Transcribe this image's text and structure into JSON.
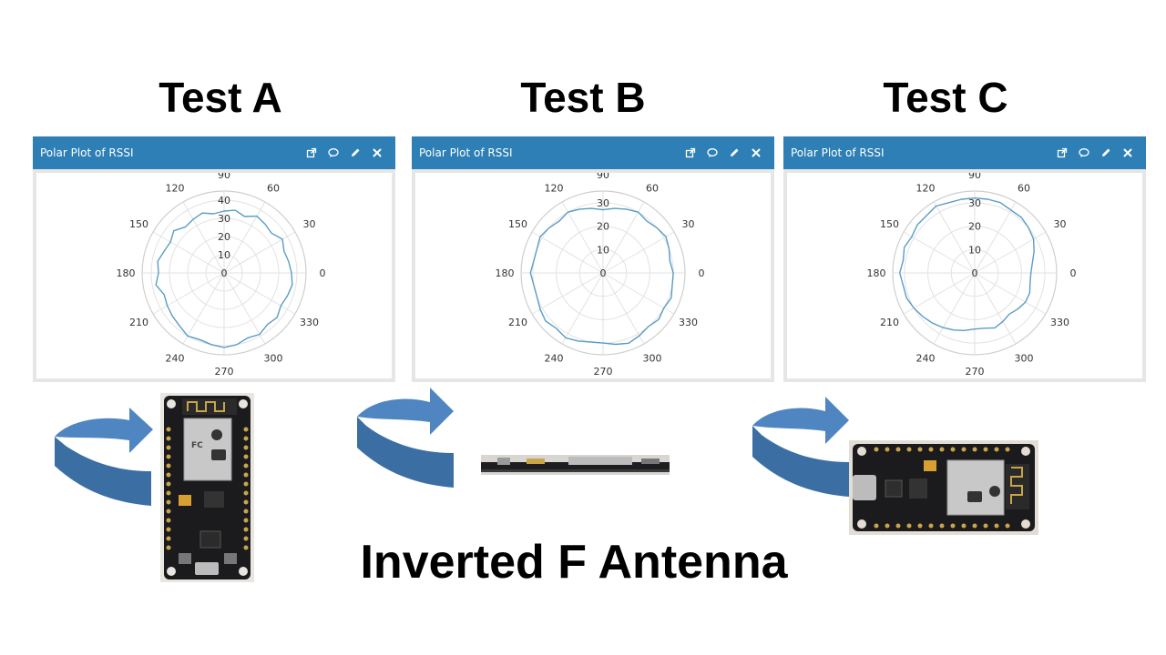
{
  "caption": "Inverted F Antenna",
  "colors": {
    "header": "#2d7fb6",
    "trace": "#5a9cc6",
    "arrow": "#4f86c1",
    "arrow_dark": "#3b6fa3"
  },
  "panel_icons": [
    "external-link-icon",
    "comment-icon",
    "pencil-icon",
    "close-icon"
  ],
  "chart_data": [
    {
      "type": "polar-line",
      "test_label": "Test A",
      "panel_title": "Polar Plot of RSSI",
      "angle_ticks": [
        "0",
        "30",
        "60",
        "90",
        "120",
        "150",
        "180",
        "210",
        "240",
        "270",
        "300",
        "330"
      ],
      "radial_ticks": [
        "0",
        "10",
        "20",
        "30",
        "40"
      ],
      "rmax": 45,
      "angles_deg": [
        0,
        10,
        20,
        30,
        40,
        50,
        60,
        70,
        80,
        90,
        100,
        110,
        120,
        130,
        140,
        150,
        160,
        170,
        180,
        190,
        200,
        210,
        220,
        230,
        240,
        250,
        260,
        270,
        280,
        290,
        300,
        310,
        320,
        330,
        340,
        350
      ],
      "rssi": [
        37,
        36,
        35,
        37,
        34,
        35,
        36,
        33,
        35,
        34,
        33,
        35,
        34,
        33,
        36,
        34,
        35,
        37,
        36,
        38,
        35,
        36,
        37,
        38,
        40,
        39,
        40,
        41,
        40,
        38,
        39,
        37,
        38,
        36,
        37,
        38
      ]
    },
    {
      "type": "polar-line",
      "test_label": "Test B",
      "panel_title": "Polar Plot of RSSI",
      "angle_ticks": [
        "0",
        "30",
        "60",
        "90",
        "120",
        "150",
        "180",
        "210",
        "240",
        "270",
        "300",
        "330"
      ],
      "radial_ticks": [
        "0",
        "10",
        "20",
        "30"
      ],
      "rmax": 35,
      "angles_deg": [
        0,
        10,
        20,
        30,
        40,
        50,
        60,
        70,
        80,
        90,
        100,
        110,
        120,
        130,
        140,
        150,
        160,
        170,
        180,
        190,
        200,
        210,
        220,
        230,
        240,
        250,
        260,
        270,
        280,
        290,
        300,
        310,
        320,
        330,
        340,
        350
      ],
      "rssi": [
        30,
        29,
        30,
        31,
        30,
        29,
        30,
        29,
        28,
        27,
        28,
        29,
        30,
        29,
        30,
        31,
        30,
        30,
        31,
        30,
        30,
        31,
        32,
        31,
        32,
        31,
        30,
        30,
        31,
        32,
        31,
        30,
        31,
        30,
        31,
        30
      ]
    },
    {
      "type": "polar-line",
      "test_label": "Test C",
      "panel_title": "Polar Plot of RSSI",
      "angle_ticks": [
        "0",
        "30",
        "60",
        "90",
        "120",
        "150",
        "180",
        "210",
        "240",
        "270",
        "300",
        "330"
      ],
      "radial_ticks": [
        "0",
        "10",
        "20",
        "30"
      ],
      "rmax": 35,
      "angles_deg": [
        0,
        10,
        20,
        30,
        40,
        50,
        60,
        70,
        80,
        90,
        100,
        110,
        120,
        130,
        140,
        150,
        160,
        170,
        180,
        190,
        200,
        210,
        220,
        230,
        240,
        250,
        260,
        270,
        280,
        290,
        300,
        310,
        320,
        330,
        340,
        350
      ],
      "rssi": [
        24,
        25,
        27,
        29,
        30,
        31,
        31,
        32,
        32,
        32,
        32,
        32,
        33,
        32,
        32,
        31,
        32,
        31,
        32,
        31,
        31,
        30,
        29,
        28,
        27,
        26,
        25,
        24,
        24,
        25,
        24,
        23,
        24,
        25,
        25,
        24
      ]
    }
  ]
}
